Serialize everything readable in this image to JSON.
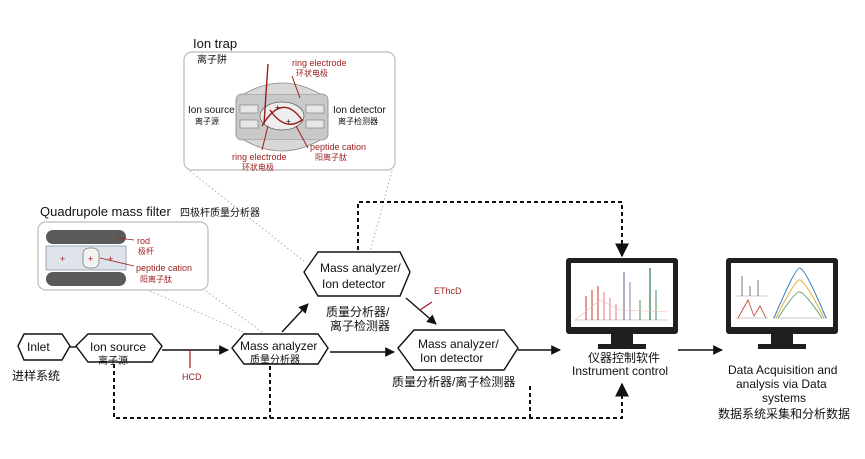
{
  "ion_trap": {
    "title": "Ion trap",
    "title_cn": "离子阱",
    "ring_electrode_top": "ring electrode",
    "ring_electrode_top_cn": "环状电极",
    "ion_source": "Ion source",
    "ion_source_cn": "离子源",
    "ion_detector": "Ion detector",
    "ion_detector_cn": "离子检测器",
    "peptide_cation": "peptide cation",
    "peptide_cation_cn": "阳离子肽",
    "ring_electrode_bottom": "ring electrode",
    "ring_electrode_bottom_cn": "环状电极"
  },
  "quadrupole": {
    "title": "Quadrupole mass filter",
    "title_cn": "四极杆质量分析器",
    "rod": "rod",
    "rod_cn": "极杆",
    "peptide_cation": "peptide cation",
    "peptide_cation_cn": "阳离子肽"
  },
  "nodes": {
    "inlet": "Inlet",
    "inlet_cn": "进样系统",
    "ion_source": "Ion source",
    "ion_source_cn": "离子源",
    "mass_analyzer": "Mass analyzer",
    "mass_analyzer_cn": "质量分析器",
    "upper_line1": "Mass analyzer/",
    "upper_line2": "Ion detector",
    "upper_cn1": "质量分析器/",
    "upper_cn2": "离子检测器",
    "lower_line1": "Mass analyzer/",
    "lower_line2": "Ion detector",
    "lower_cn": "质量分析器/离子检测器"
  },
  "labels": {
    "hcd": "HCD",
    "ethcd": "EThcD",
    "instrument_cn": "仪器控制软件",
    "instrument": "Instrument control",
    "data_line1": "Data Acquisition and",
    "data_line2": "analysis via Data",
    "data_line3": "systems",
    "data_cn": "数据系统采集和分析数据"
  },
  "colors": {
    "accent_red": "#9b1c1c",
    "line": "#111111",
    "monitor_frame": "#1f1f1f"
  }
}
